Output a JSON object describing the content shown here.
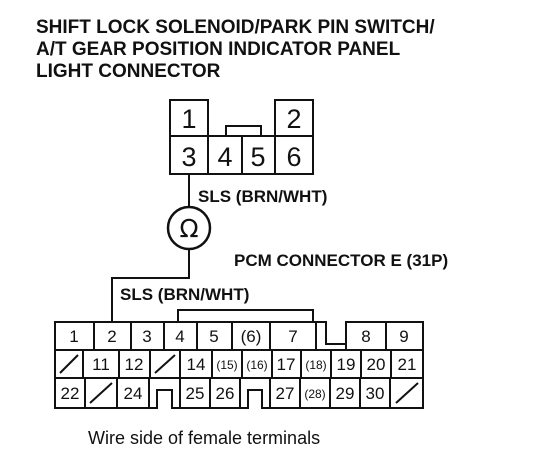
{
  "title_lines": [
    "SHIFT LOCK SOLENOID/PARK PIN SWITCH/",
    "A/T GEAR POSITION INDICATOR PANEL",
    "LIGHT CONNECTOR"
  ],
  "connector_a": {
    "pins": [
      "1",
      "2",
      "3",
      "4",
      "5",
      "6"
    ]
  },
  "solenoid": {
    "wire_label": "SLS (BRN/WHT)",
    "symbol": "Ω"
  },
  "pcm": {
    "title": "PCM CONNECTOR E (31P)",
    "wire_label": "SLS (BRN/WHT)",
    "row1": [
      "1",
      "2",
      "3",
      "4",
      "5",
      "(6)",
      "7",
      "",
      "8",
      "9"
    ],
    "row2": [
      "",
      "11",
      "12",
      "",
      "14",
      "(15)",
      "(16)",
      "17",
      "(18)",
      "19",
      "20",
      "21"
    ],
    "row3": [
      "22",
      "",
      "24",
      "",
      "25",
      "26",
      "",
      "27",
      "(28)",
      "29",
      "30",
      ""
    ]
  },
  "caption": "Wire side of female terminals"
}
